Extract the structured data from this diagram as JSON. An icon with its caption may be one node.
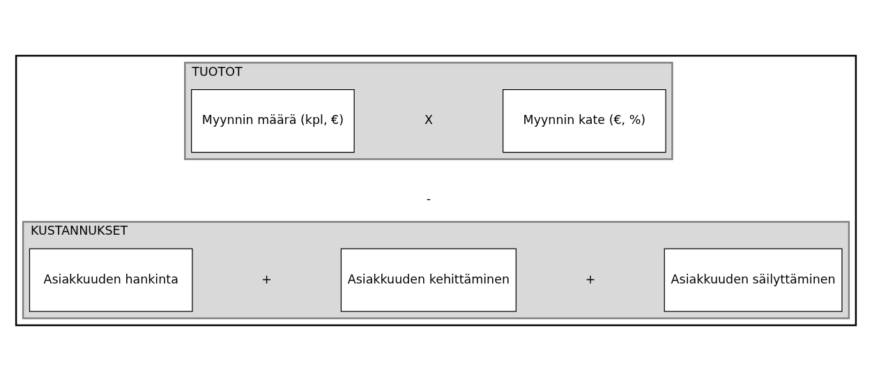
{
  "diagram": {
    "nodes": [
      {
        "text": [],
        "shape": "box"
      },
      {
        "text": [
          "TUOTOT"
        ],
        "in": 0
      },
      {
        "text": [
          "Myynnin määrä (kpl, €)"
        ],
        "in": 1
      },
      {
        "text": [
          "Myynnin kate (€, %)"
        ],
        "in": 1
      },
      {
        "text": [
          "KUSTANNUKSET"
        ],
        "in": 0
      },
      {
        "text": [
          "Asiakkuuden hankinta"
        ],
        "in": 4
      },
      {
        "text": [
          "Asiakkuuden kehittäminen"
        ],
        "in": 4
      },
      {
        "text": [
          "Asiakkuuden säilyttäminen"
        ],
        "in": 4
      }
    ],
    "edges": [],
    "labels": [
      "X",
      "-",
      "+",
      "+"
    ]
  }
}
